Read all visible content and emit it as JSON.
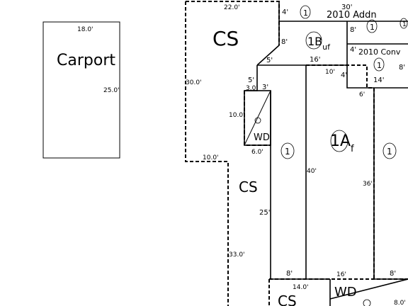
{
  "carport": {
    "name": "Carport",
    "width": "18.0'",
    "depth": "25.0'"
  },
  "areas": {
    "cs_top": "CS",
    "cs_mid": "CS",
    "cs_bottom": "CS",
    "wd_left": "WD",
    "wd_bottom": "WD",
    "addn": "2010 Addn",
    "conv": "2010 Conv",
    "b1": "1B",
    "b1_sub": "uf",
    "a1": "1A",
    "a1_sub": "f"
  },
  "story_markers": {
    "m1": "1",
    "m2": "1",
    "m3": "1",
    "m4": "1",
    "m5": "1",
    "m6": "1",
    "m7": "1"
  },
  "dimensions": {
    "d_22": "22.0'",
    "d_30_top": "30'",
    "d_4a": "4'",
    "d_8a": "8'",
    "d_8b": "8'",
    "d_4b": "4'",
    "d_16a": "16'",
    "d_5a": "5'",
    "d_5b": "5'",
    "d_30_left": "30.0'",
    "d_3_0": "3.0'",
    "d_3": "3'",
    "d_10a": "10'",
    "d_4c": "4'",
    "d_14": "14'",
    "d_8c": "8'",
    "d_6a": "6'",
    "d_10_0": "10.0'",
    "d_6_0": "6.0'",
    "d_10_0b": "10.0'",
    "d_40": "40'",
    "d_36": "36'",
    "d_25": "25'",
    "d_33": "33.0'",
    "d_8d": "8'",
    "d_16b": "16'",
    "d_8e": "8'",
    "d_14_0": "14.0'",
    "d_8_0": "8.0'"
  }
}
